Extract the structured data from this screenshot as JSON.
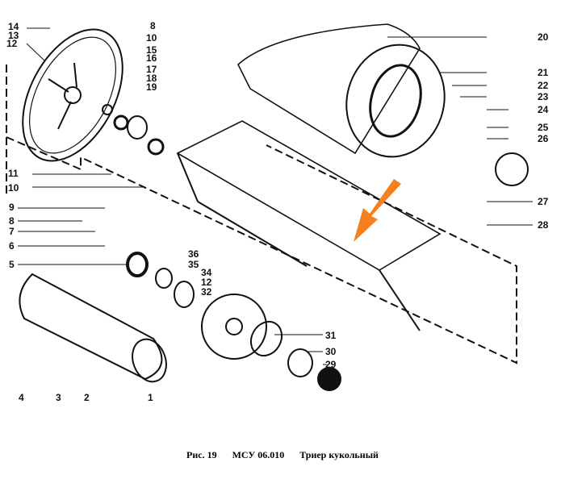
{
  "caption": {
    "figure": "Рис. 19",
    "code": "МСУ 06.010",
    "title": "Триер кукольный"
  },
  "highlight_arrow": {
    "color": "#f7801e",
    "points_to": "cell of trier trough"
  },
  "callouts": {
    "left_top": [
      "14",
      "13",
      "12"
    ],
    "upper_mid": [
      "8",
      "10",
      "15",
      "16",
      "17",
      "18",
      "19"
    ],
    "left_mid": [
      "11",
      "10"
    ],
    "right": [
      "20",
      "21",
      "22",
      "23",
      "24",
      "25",
      "26",
      "27",
      "28"
    ],
    "left_lower": [
      "9",
      "8",
      "7",
      "6",
      "5"
    ],
    "center_lower": [
      "36",
      "35",
      "34",
      "12",
      "32"
    ],
    "bottom_right": [
      "31",
      "30",
      "29"
    ],
    "bottom_left": [
      "4",
      "3",
      "2",
      "1"
    ]
  }
}
